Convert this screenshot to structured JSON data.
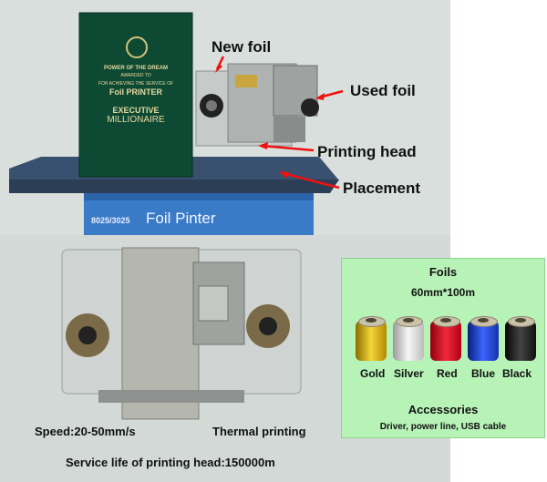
{
  "callouts": {
    "new_foil": "New foil",
    "used_foil": "Used foil",
    "printing_head": "Printing head",
    "placement": "Placement"
  },
  "book": {
    "line1": "POWER OF THE DREAM",
    "line2": "AWARDED TO",
    "line3": "FOR ACHIEVING THE SERVICE OF",
    "line4": "Foil PRINTER",
    "line5": "EXECUTIVE",
    "line6": "MILLIONAIRE"
  },
  "machine": {
    "model": "8025/3025",
    "name": "Foil Pinter"
  },
  "specs": {
    "speed": "Speed:20-50mm/s",
    "thermal": "Thermal printing",
    "service_life": "Service life of printing head:150000m"
  },
  "foils_panel": {
    "title": "Foils",
    "size": "60mm*100m",
    "rolls": [
      {
        "label": "Gold",
        "color": "#d9b200"
      },
      {
        "label": "Silver",
        "color": "#d8d8d8"
      },
      {
        "label": "Red",
        "color": "#d81020"
      },
      {
        "label": "Blue",
        "color": "#1c3fd0"
      },
      {
        "label": "Black",
        "color": "#151515"
      }
    ],
    "accessories_title": "Accessories",
    "accessories_list": "Driver, power line, USB cable"
  }
}
